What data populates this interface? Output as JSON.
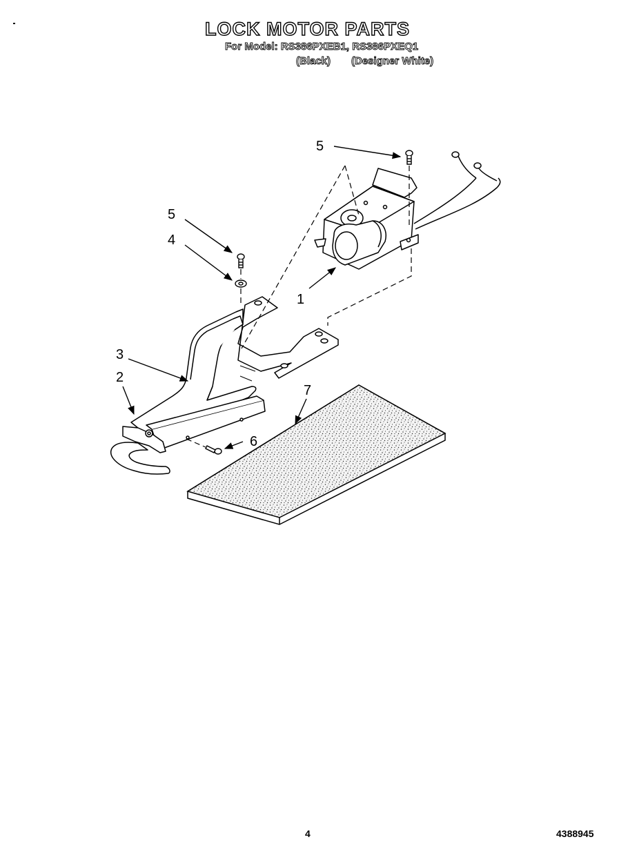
{
  "header": {
    "title": "LOCK MOTOR PARTS",
    "model_line": "For Model: RS386PXEB1, RS386PXEQ1",
    "variant_black": "(Black)",
    "variant_white": "(Designer White)"
  },
  "callouts": {
    "c1": "1",
    "c2": "2",
    "c3": "3",
    "c4": "4",
    "c5_left": "5",
    "c5_top": "5",
    "c6": "6",
    "c7": "7"
  },
  "footer": {
    "page_number": "4",
    "doc_number": "4388945"
  }
}
